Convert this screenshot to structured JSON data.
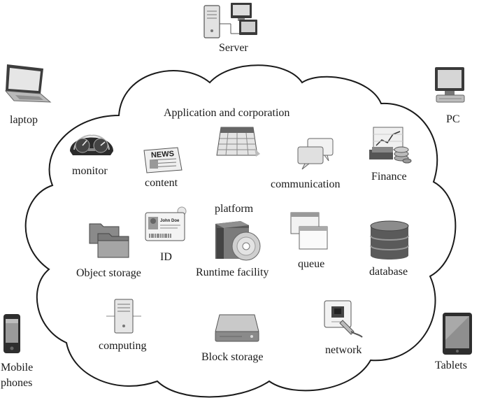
{
  "outside": {
    "server": "Server",
    "laptop": "laptop",
    "pc": "PC",
    "mobile_line1": "Mobile",
    "mobile_line2": "phones",
    "tablets": "Tablets"
  },
  "cloud": {
    "application_header": "Application and corporation",
    "monitor": "monitor",
    "content": "content",
    "communication": "communication",
    "finance": "Finance",
    "platform": "platform",
    "id": "ID",
    "id_card_name": "John Doe",
    "object_storage": "Object storage",
    "runtime_facility": "Runtime facility",
    "queue": "queue",
    "database": "database",
    "computing": "computing",
    "block_storage": "Block storage",
    "network": "network",
    "news_text": "NEWS"
  },
  "colors": {
    "outline": "#1a1a1a",
    "icon_dark": "#333333",
    "icon_mid": "#8a8a8a",
    "icon_light": "#d8d8d8"
  }
}
